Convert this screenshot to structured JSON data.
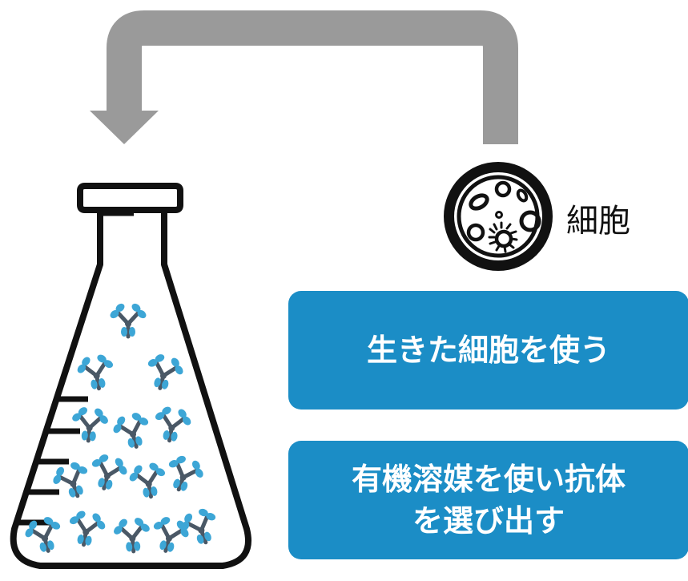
{
  "cell_label": "細胞",
  "box_living_cells": "生きた細胞を使う",
  "box_organic_solvent": {
    "line1": "有機溶媒を使い抗体",
    "line2": "を選び出す"
  },
  "colors": {
    "arrow": "#9a9a9a",
    "box_fill": "#1b8dc6",
    "box_text": "#ffffff",
    "flask_outline": "#111111",
    "antibody_light": "#3da6d6",
    "antibody_dark": "#4a5866"
  },
  "icons": [
    "return-arrow-icon",
    "cell-icon",
    "flask-icon",
    "antibody-icon"
  ]
}
